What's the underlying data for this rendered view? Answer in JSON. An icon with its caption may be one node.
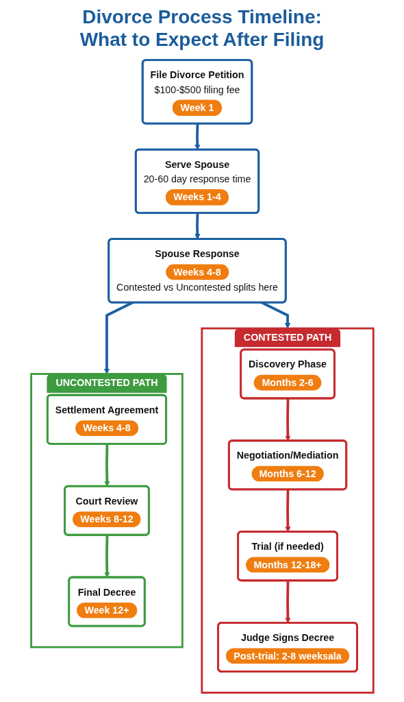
{
  "diagram": {
    "title": "Divorce Process Timeline: What to Expect After Filing",
    "nodes": [
      {
        "text": [
          "File Divorce Petition",
          "$100-$500 filing fee",
          "Week 1"
        ]
      },
      {
        "text": [
          "Serve Spouse",
          "20-60 day response time",
          "Weeks 1-4"
        ]
      },
      {
        "text": [
          "Spouse Response",
          "Weeks 4-8",
          "Contested vs Uncontested splits here"
        ]
      },
      {
        "text": [
          "UNCONTESTED PATH"
        ]
      },
      {
        "text": [
          "Settlement Agreement",
          "Weeks 4-8"
        ],
        "in": 3
      },
      {
        "text": [
          "Court Review",
          "Weeks 8-12"
        ],
        "in": 3
      },
      {
        "text": [
          "Final Decree",
          "Week 12+"
        ],
        "in": 3
      },
      {
        "text": [
          "CONTESTED PATH"
        ]
      },
      {
        "text": [
          "Discovery Phase",
          "Months 2-6"
        ],
        "in": 7
      },
      {
        "text": [
          "Negotiation/Mediation",
          "Months 6-12"
        ],
        "in": 7
      },
      {
        "text": [
          "Trial (if needed)",
          "Months 12-18+"
        ],
        "in": 7
      },
      {
        "text": [
          "Judge Signs Decree",
          "Post-trial: 2-8 weeksala"
        ],
        "in": 7
      }
    ],
    "edges": [
      {
        "from": 0,
        "to": 1,
        "arrow": "to"
      },
      {
        "from": 1,
        "to": 2,
        "arrow": "to"
      },
      {
        "from": 2,
        "to": 3,
        "arrow": "to"
      },
      {
        "from": 2,
        "to": 7,
        "arrow": "to"
      },
      {
        "from": 4,
        "to": 5,
        "arrow": "to",
        "color": "#3d9b40"
      },
      {
        "from": 5,
        "to": 6,
        "arrow": "to",
        "color": "#3d9b40"
      },
      {
        "from": 8,
        "to": 9,
        "arrow": "to",
        "color": "#c62a2f"
      },
      {
        "from": 9,
        "to": 10,
        "arrow": "to",
        "color": "#c62a2f"
      },
      {
        "from": 10,
        "to": 11,
        "arrow": "to",
        "color": "#c62a2f"
      }
    ]
  }
}
